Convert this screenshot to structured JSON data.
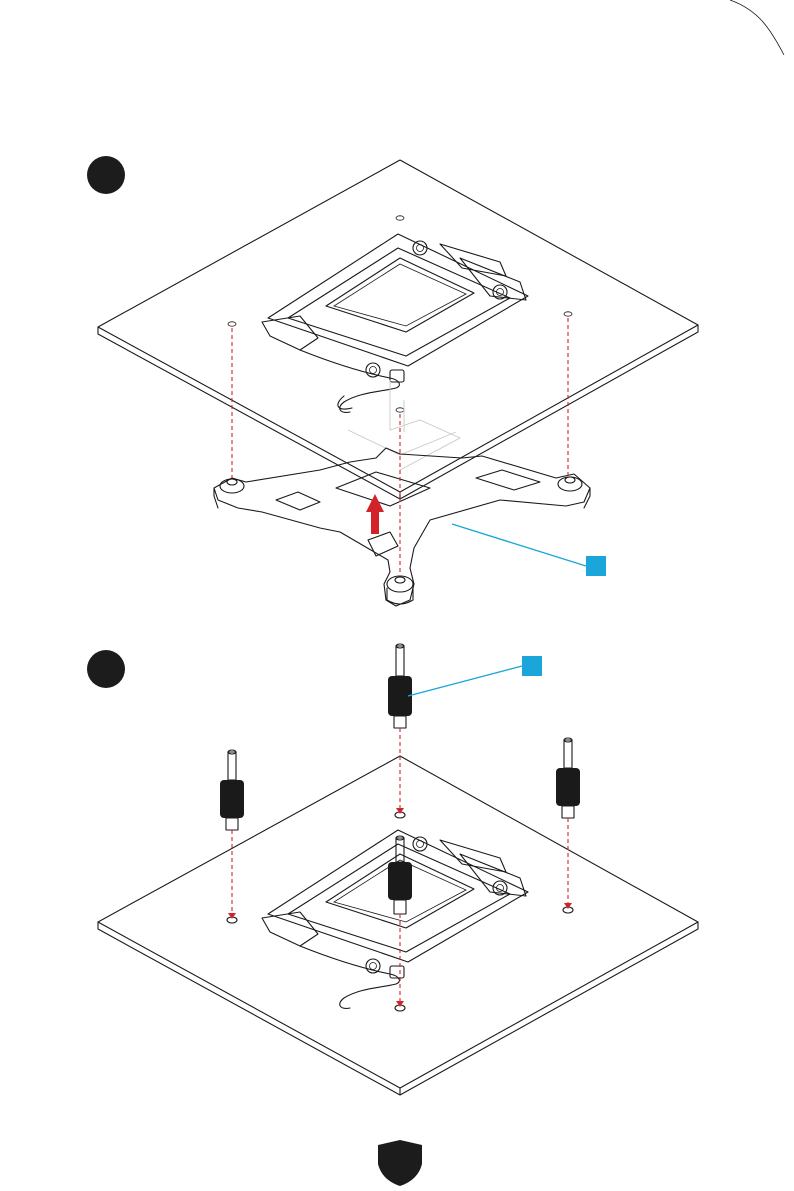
{
  "colors": {
    "accent_red": "#d2232a",
    "callout_blue": "#1ba6d9",
    "line": "#1a1a1a",
    "step_circle": "#1c1c1c"
  },
  "steps": [
    {
      "number": "",
      "callout_label": ""
    },
    {
      "number": "",
      "callout_label": ""
    }
  ],
  "footer": {
    "badge_icon": "shield-icon",
    "page_label": ""
  },
  "icons": {
    "step1": "motherboard-backplate-exploded",
    "step2": "standoff-screw-install",
    "arrow": "arrow-up-red"
  }
}
